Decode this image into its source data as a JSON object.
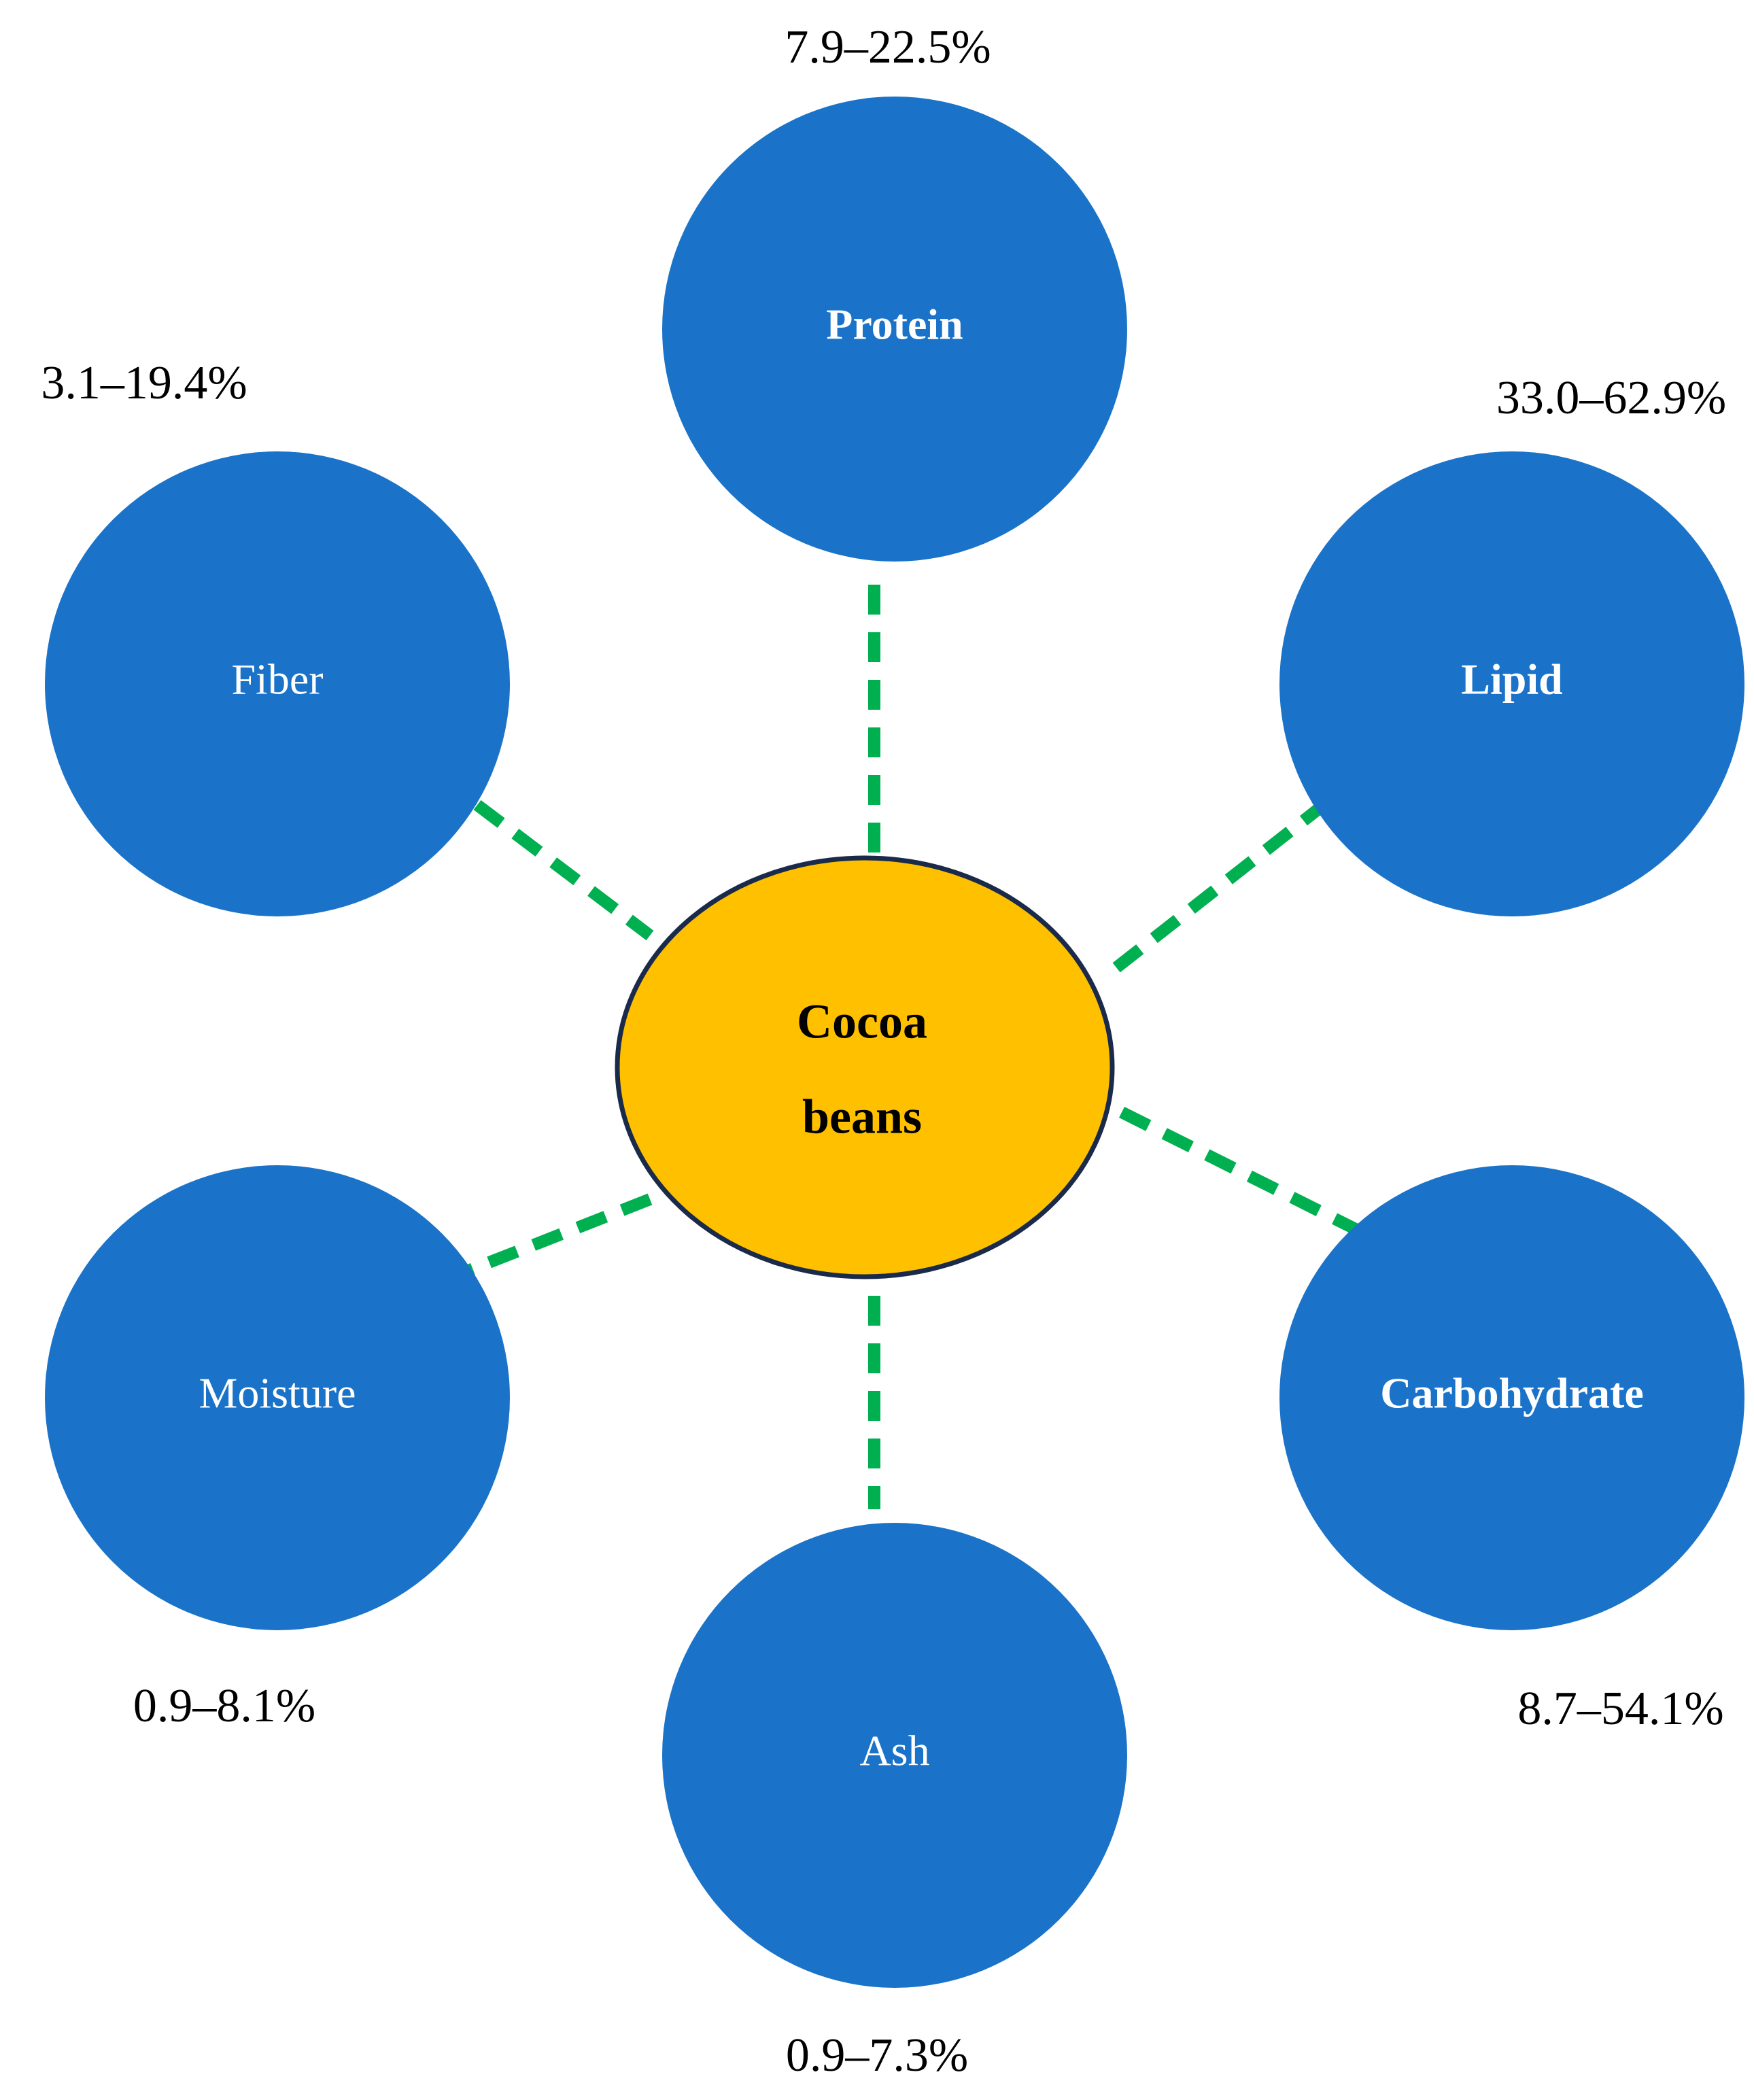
{
  "colors": {
    "node_fill": "#1a73c8",
    "center_fill": "#ffc000",
    "center_stroke": "#1a2a4a",
    "connector": "#00b050"
  },
  "center": {
    "line1": "Cocoa",
    "line2": "beans"
  },
  "nodes": [
    {
      "label": "Protein",
      "range": "7.9–22.5%",
      "bold": true
    },
    {
      "label": "Lipid",
      "range": "33.0–62.9%",
      "bold": true
    },
    {
      "label": "Carbohydrate",
      "range": "8.7–54.1%",
      "bold": true
    },
    {
      "label": "Ash",
      "range": "0.9–7.3%",
      "bold": false
    },
    {
      "label": "Moisture",
      "range": "0.9–8.1%",
      "bold": false
    },
    {
      "label": "Fiber",
      "range": "3.1–19.4%",
      "bold": false
    }
  ]
}
